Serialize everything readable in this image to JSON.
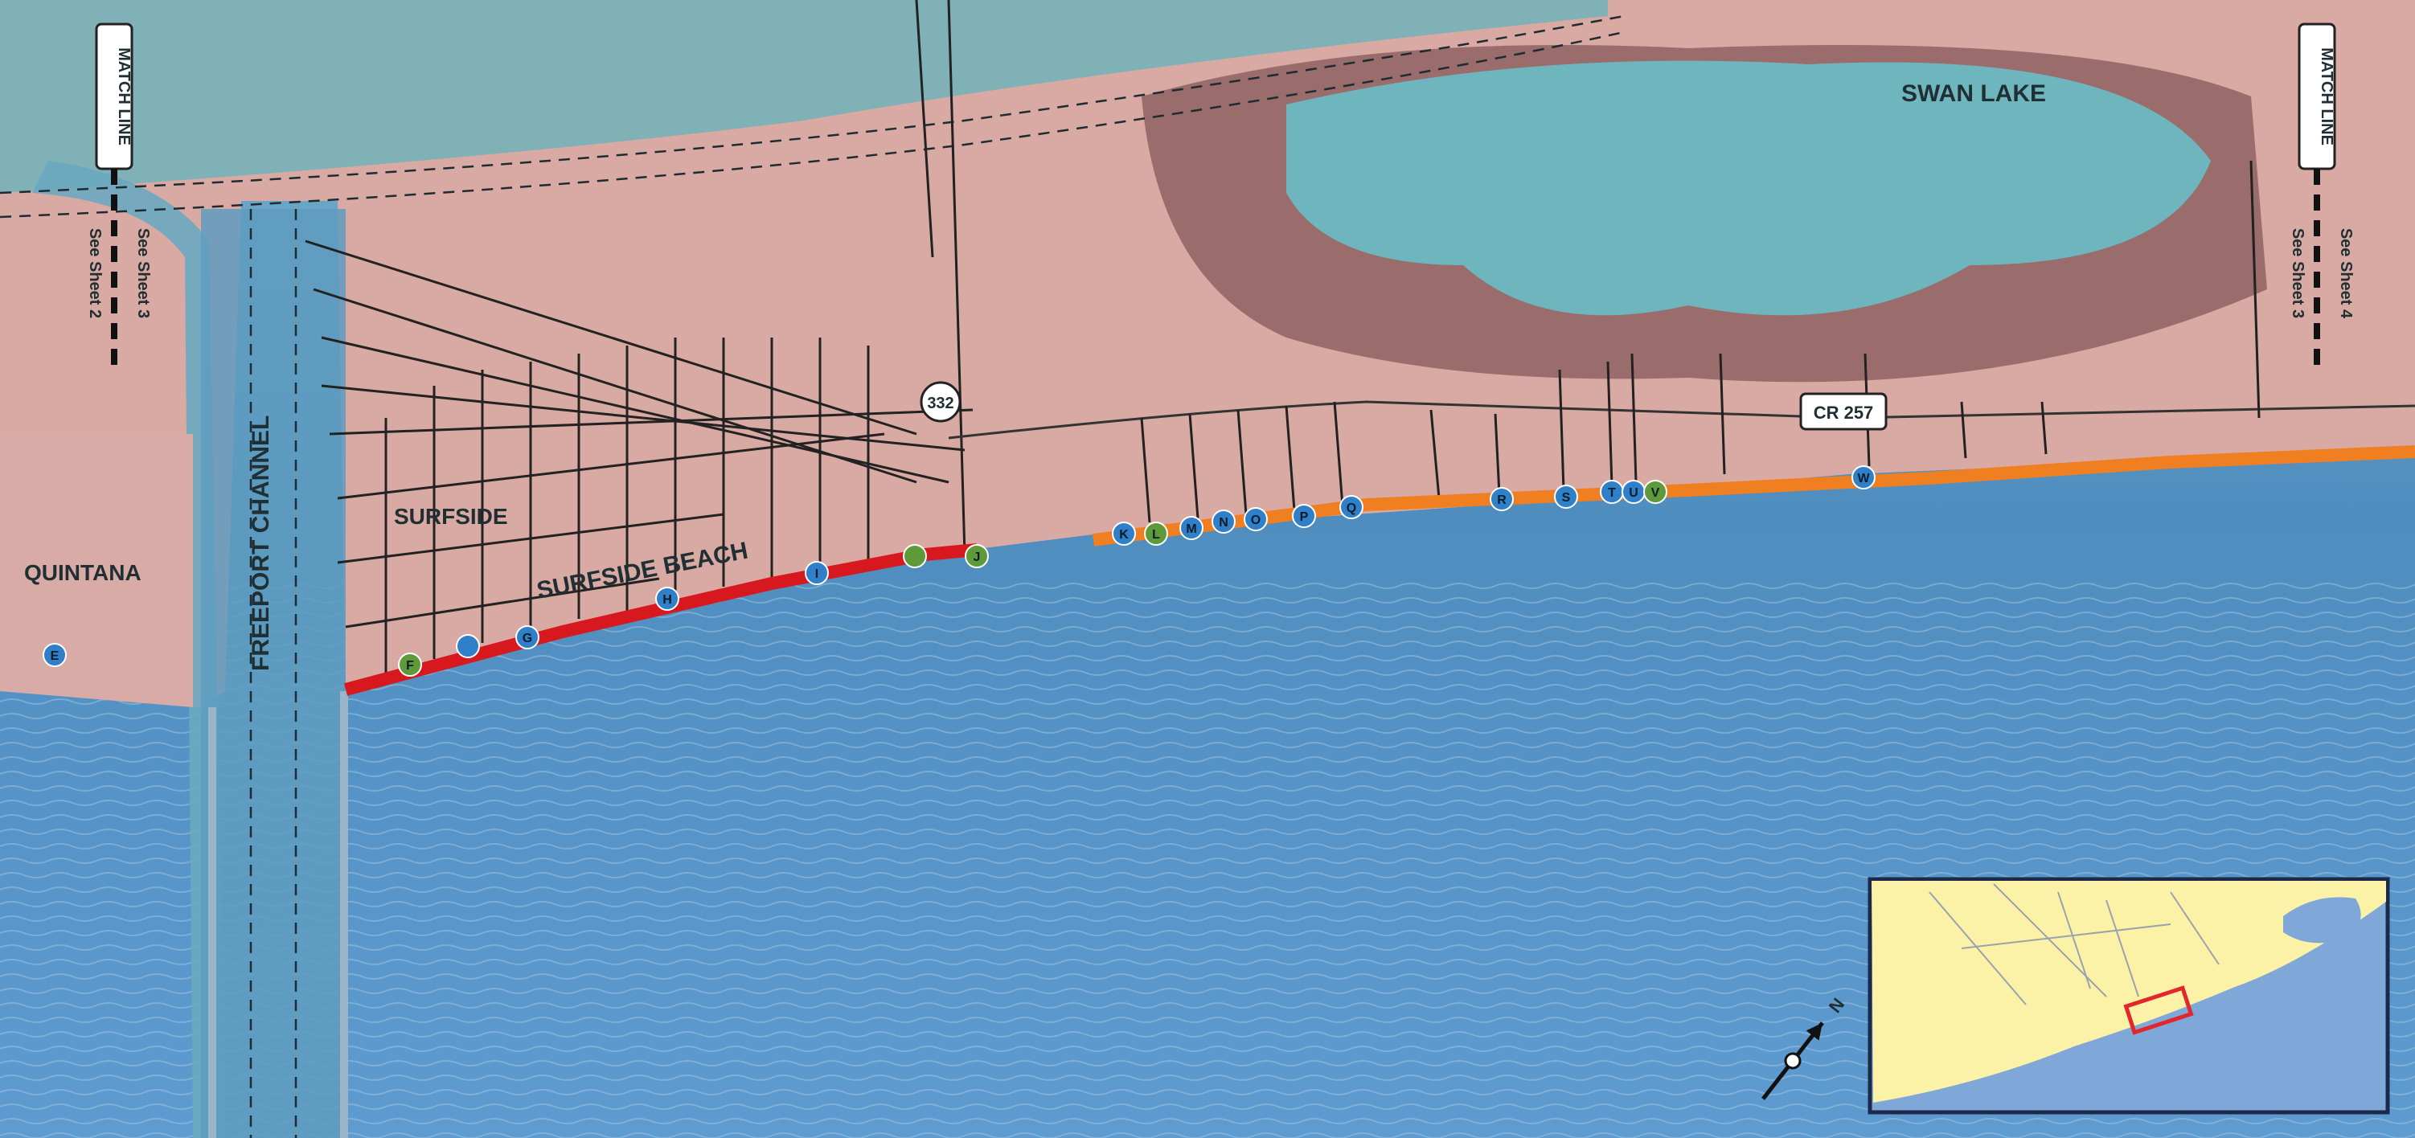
{
  "labels": {
    "surfside": "SURFSIDE",
    "surfside_beach": "SURFSIDE BEACH",
    "quintana": "QUINTANA",
    "freeport_channel": "FREEPORT CHANNEL",
    "swan_lake": "SWAN LAKE"
  },
  "roads": {
    "hwy_332": "332",
    "cr_257": "CR 257"
  },
  "match_lines": {
    "left": {
      "title": "MATCH LINE",
      "sheet_a": "See Sheet 3",
      "sheet_b": "See Sheet 2"
    },
    "right": {
      "title": "MATCH LINE",
      "sheet_a": "See Sheet 4",
      "sheet_b": "See Sheet 3"
    }
  },
  "access_points": [
    {
      "id": "E",
      "label": "E",
      "color": "blue"
    },
    {
      "id": "F",
      "label": "F",
      "color": "green"
    },
    {
      "id": "F2",
      "label": "",
      "color": "blue"
    },
    {
      "id": "G",
      "label": "G",
      "color": "blue"
    },
    {
      "id": "H",
      "label": "H",
      "color": "blue"
    },
    {
      "id": "I",
      "label": "I",
      "color": "blue"
    },
    {
      "id": "I2",
      "label": "",
      "color": "green"
    },
    {
      "id": "J",
      "label": "J",
      "color": "green"
    },
    {
      "id": "K",
      "label": "K",
      "color": "blue"
    },
    {
      "id": "L",
      "label": "L",
      "color": "green"
    },
    {
      "id": "M",
      "label": "M",
      "color": "blue"
    },
    {
      "id": "N",
      "label": "N",
      "color": "blue"
    },
    {
      "id": "O",
      "label": "O",
      "color": "blue"
    },
    {
      "id": "P",
      "label": "P",
      "color": "blue"
    },
    {
      "id": "Q",
      "label": "Q",
      "color": "blue"
    },
    {
      "id": "R",
      "label": "R",
      "color": "blue"
    },
    {
      "id": "S",
      "label": "S",
      "color": "blue"
    },
    {
      "id": "T",
      "label": "T",
      "color": "blue"
    },
    {
      "id": "U",
      "label": "U",
      "color": "blue"
    },
    {
      "id": "V",
      "label": "V",
      "color": "green"
    },
    {
      "id": "W",
      "label": "W",
      "color": "blue"
    }
  ],
  "beach_segments": [
    {
      "name": "surfside-beach-segment",
      "color": "#d7191f"
    },
    {
      "name": "cr257-beach-segment",
      "color": "#f07f22"
    }
  ],
  "colors": {
    "water": "#6fa3c3",
    "land": "#d6a7a2",
    "marsh": "#6aa8a2",
    "marker_blue": "#2f7fc9",
    "marker_green": "#5f9a3a",
    "inset_land": "#fbf2a8",
    "inset_water": "#7fa7d8",
    "inset_frame": "#e3262c"
  },
  "north_arrow": {
    "letter": "N"
  }
}
